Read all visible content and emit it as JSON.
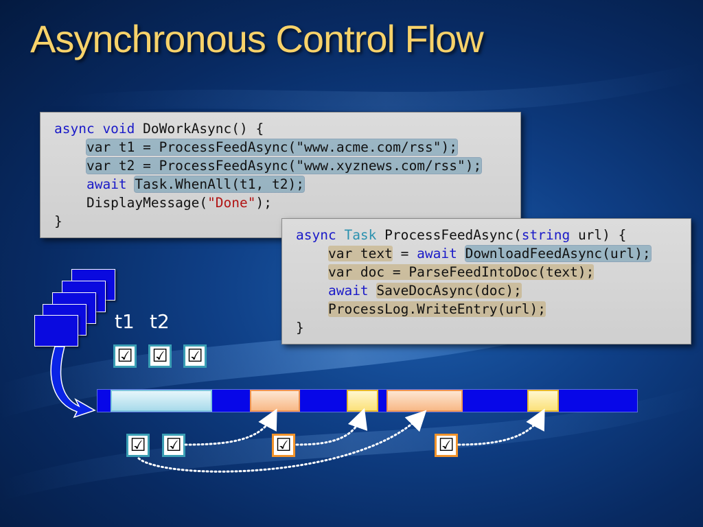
{
  "slide": {
    "title": "Asynchronous Control Flow"
  },
  "code_left": {
    "lines": [
      [
        {
          "t": "async void ",
          "c": "kw"
        },
        {
          "t": "DoWorkAsync() {",
          "c": ""
        }
      ],
      [
        {
          "t": "    ",
          "c": ""
        },
        {
          "t": "var t1 = ProcessFeedAsync(\"www.acme.com/rss\");",
          "c": "",
          "h": "blue"
        }
      ],
      [
        {
          "t": "    ",
          "c": ""
        },
        {
          "t": "var t2 = ProcessFeedAsync(\"www.xyznews.com/rss\");",
          "c": "",
          "h": "blue"
        }
      ],
      [
        {
          "t": "    ",
          "c": ""
        },
        {
          "t": "await ",
          "c": "kw"
        },
        {
          "t": "Task.WhenAll(t1, t2);",
          "c": "",
          "h": "blue"
        }
      ],
      [
        {
          "t": "    DisplayMessage(",
          "c": ""
        },
        {
          "t": "\"Done\"",
          "c": "str"
        },
        {
          "t": ");",
          "c": ""
        }
      ],
      [
        {
          "t": "}",
          "c": ""
        }
      ]
    ]
  },
  "code_right": {
    "lines": [
      [
        {
          "t": "async ",
          "c": "kw"
        },
        {
          "t": "Task",
          "c": "ty"
        },
        {
          "t": " ProcessFeedAsync(",
          "c": ""
        },
        {
          "t": "string",
          "c": "kw"
        },
        {
          "t": " url) {",
          "c": ""
        }
      ],
      [
        {
          "t": "    ",
          "c": ""
        },
        {
          "t": "var text",
          "c": "",
          "h": "gold"
        },
        {
          "t": " = ",
          "c": ""
        },
        {
          "t": "await ",
          "c": "kw"
        },
        {
          "t": "DownloadFeedAsync(url);",
          "c": "",
          "h": "blue"
        }
      ],
      [
        {
          "t": "    ",
          "c": ""
        },
        {
          "t": "var doc = ParseFeedIntoDoc(text);",
          "c": "",
          "h": "gold"
        }
      ],
      [
        {
          "t": "    ",
          "c": ""
        },
        {
          "t": "await ",
          "c": "kw"
        },
        {
          "t": "SaveDocAsync(doc);",
          "c": "",
          "h": "gold"
        }
      ],
      [
        {
          "t": "    ",
          "c": ""
        },
        {
          "t": "ProcessLog.WriteEntry(url);",
          "c": "",
          "h": "gold"
        }
      ],
      [
        {
          "t": "}",
          "c": ""
        }
      ]
    ]
  },
  "diagram": {
    "task_labels": [
      "t1",
      "t2"
    ],
    "check_glyph": "☑",
    "colors": {
      "timeline": "#0707e8",
      "teal": "#3a9eb4",
      "orange": "#f1932b",
      "title": "#f7d26a"
    },
    "icons": [
      "checkbox-icon",
      "stack-icon",
      "curved-arrow-icon"
    ]
  }
}
